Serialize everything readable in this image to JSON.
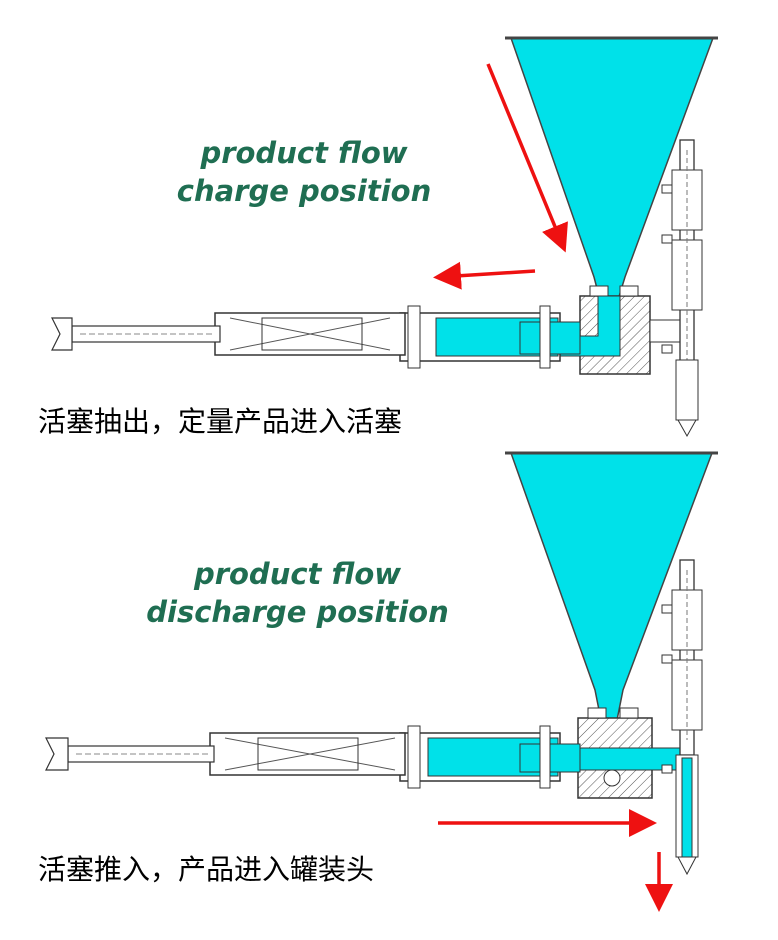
{
  "colors": {
    "product_fill": "#00e1e9",
    "flow_arrow": "#ee1111",
    "title_text": "#1f6e52",
    "line": "#333333"
  },
  "panels": [
    {
      "title_lines": [
        "product flow",
        "charge position"
      ],
      "caption": "活塞抽出，定量产品进入活塞"
    },
    {
      "title_lines": [
        "product flow",
        "discharge position"
      ],
      "caption": "活塞推入，产品进入罐装头"
    }
  ]
}
